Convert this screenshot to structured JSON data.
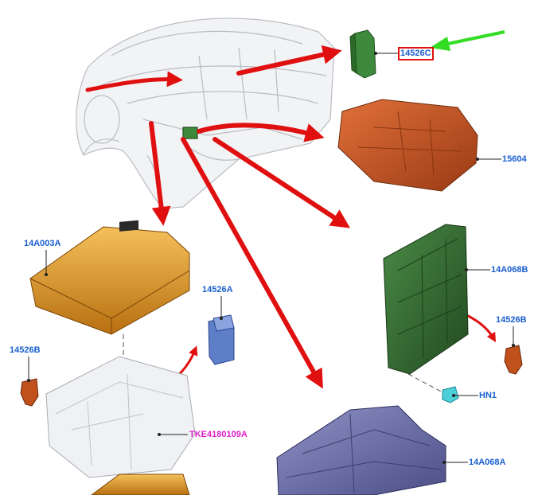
{
  "labels": {
    "p1": "14526C",
    "p2": "15604",
    "p3": "14A003A",
    "p4": "14526A",
    "p5": "14526B",
    "p6": "TKE4180109A",
    "p7": "14A068B",
    "p8": "14526B",
    "p9": "HN1",
    "p10": "14A068A"
  },
  "colors": {
    "callout_text": "#1a5fd0",
    "kit_text": "#e020c8",
    "flow_arrow": "#e01010",
    "pointer_arrow": "#33dd22",
    "highlight_box": "#e01010",
    "relay_green": "#2f7d32",
    "bcm_orange": "#b8501e",
    "fuse_box_amber": "#d58a1e",
    "module_green": "#2f5e2c",
    "fuse_brown": "#c0501c",
    "fuse_blue": "#5f7ec8",
    "module_purple": "#6b6fa8",
    "grommet_teal": "#4ccfd9"
  }
}
